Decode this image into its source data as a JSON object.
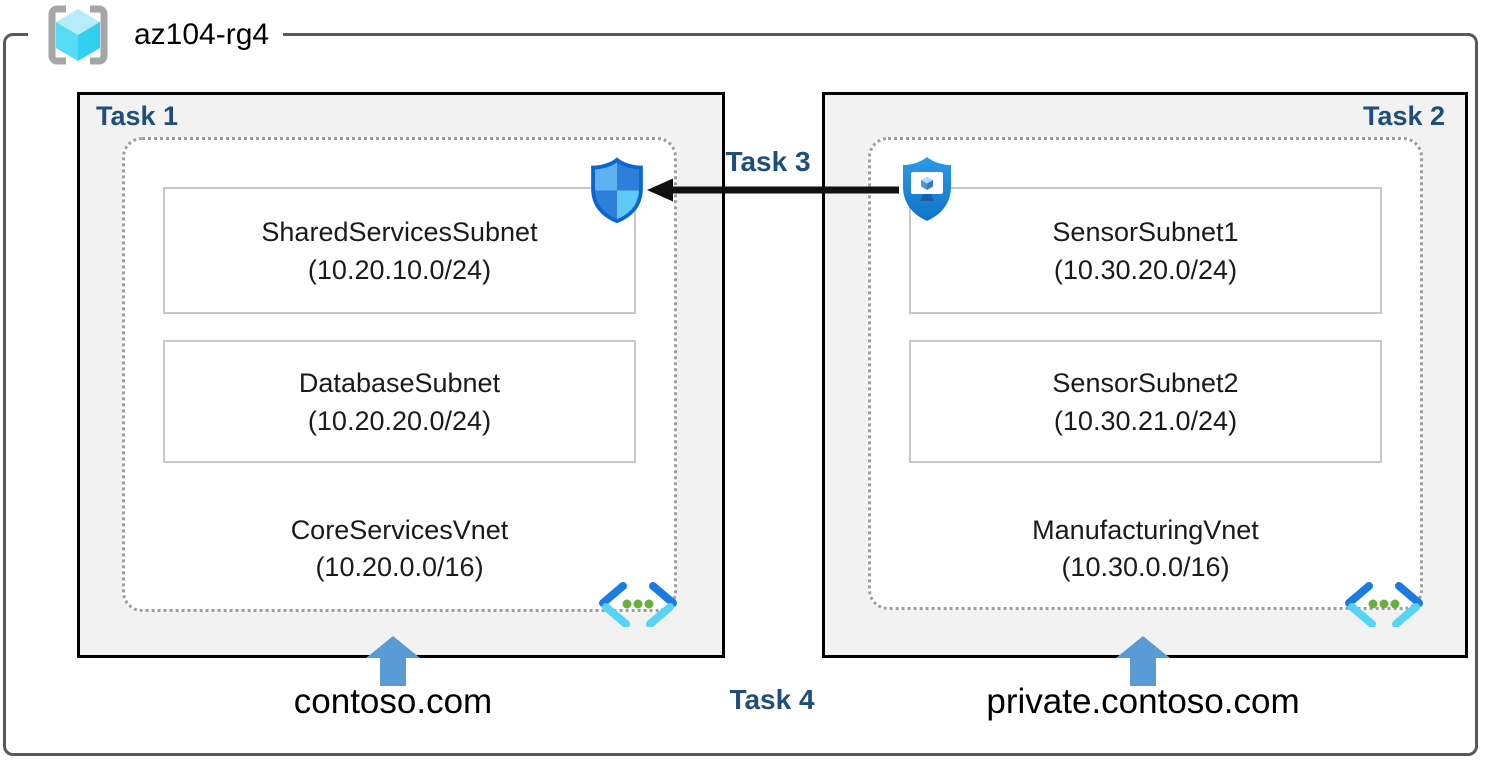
{
  "header": {
    "resource_group": "az104-rg4"
  },
  "labels": {
    "task1": "Task 1",
    "task2": "Task 2",
    "task3": "Task 3",
    "task4": "Task 4"
  },
  "vnets": [
    {
      "name": "CoreServicesVnet",
      "cidr": "(10.20.0.0/16)",
      "dns": "contoso.com",
      "subnets": [
        {
          "name": "SharedServicesSubnet",
          "cidr": "(10.20.10.0/24)"
        },
        {
          "name": "DatabaseSubnet",
          "cidr": "(10.20.20.0/24)"
        }
      ]
    },
    {
      "name": "ManufacturingVnet",
      "cidr": "(10.30.0.0/16)",
      "dns": "private.contoso.com",
      "subnets": [
        {
          "name": "SensorSubnet1",
          "cidr": "(10.30.20.0/24)"
        },
        {
          "name": "SensorSubnet2",
          "cidr": "(10.30.21.0/24)"
        }
      ]
    }
  ],
  "icons": {
    "resource_group": "resource-group-icon",
    "nsg": "network-security-group-shield-icon",
    "bastion": "bastion-shield-icon",
    "vnet": "virtual-network-icon",
    "up_arrow": "up-arrow-icon",
    "task3_arrow": "left-black-arrow-icon"
  },
  "colors": {
    "task-label": "#1F4E79",
    "arrow-blue": "#5B9BD5",
    "frame-border": "#595959",
    "box-fill": "#F2F2F2",
    "box-border": "#000000",
    "subnet-border": "#C8C8C8",
    "dotted-border": "#9E9E9E",
    "arrow-black": "#111111"
  }
}
